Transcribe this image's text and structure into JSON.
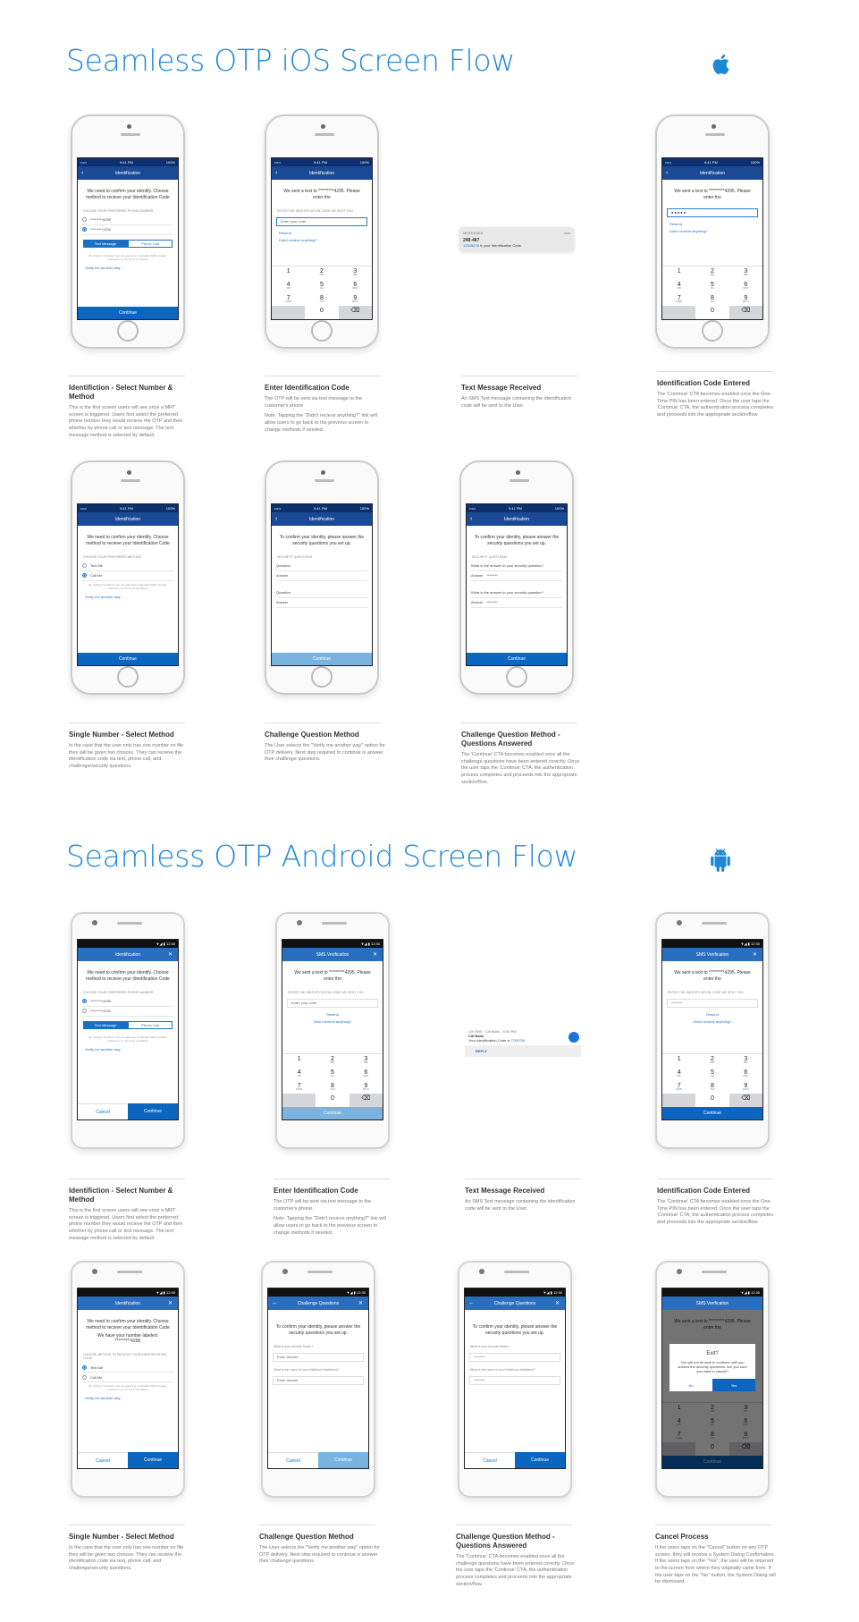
{
  "sections": {
    "ios_title": "Seamless OTP iOS Screen Flow",
    "android_title": "Seamless OTP Android Screen Flow"
  },
  "colors": {
    "accent": "#1e88d8",
    "brand": "#0b66c2",
    "appbar": "#1a4a96"
  },
  "common": {
    "identification": "Identification",
    "sms_verification": "SMS Verification",
    "challenge_questions": "Challenge Questions",
    "continue": "Continue",
    "cancel": "Cancel",
    "resend": "Resend",
    "didnt_receive": "Didn't recieve anything?",
    "verify_another": "Verify me another way",
    "text_message": "Text Message",
    "phone_call": "Phone Call",
    "text_me": "Text Me",
    "call_me": "Call Me",
    "terms": "By clicking \"Continue\" you are agreeing to standard SMS charges outlined in our Terms & Conditions",
    "masked_4295": "*********4295",
    "masked_1234": "*********1234",
    "masked_pin": "********",
    "confirm_identity": "We need to confirm your identify. Choose method to recieve your Identification Code",
    "sent_text": "We sent a text to *********4295. Please enter the",
    "confirm_security": "To confirm your identity, please answer the security questions you set up.",
    "enter_code_label": "Enter the identification code we sent you",
    "enter_code_placeholder": "Enter your code",
    "choose_phone": "Choose your preferred phone number",
    "choose_method": "Choose your preferred method",
    "security_questions": "Security Questions",
    "question": "Question",
    "answer": "Answer",
    "what_answer": "What is the answer to your security question?",
    "keypad": [
      {
        "n": "1",
        "l": ""
      },
      {
        "n": "2",
        "l": "ABC"
      },
      {
        "n": "3",
        "l": "DEF"
      },
      {
        "n": "4",
        "l": "GHI"
      },
      {
        "n": "5",
        "l": "JKL"
      },
      {
        "n": "6",
        "l": "MNO"
      },
      {
        "n": "7",
        "l": "PQRS"
      },
      {
        "n": "8",
        "l": "TUV"
      },
      {
        "n": "9",
        "l": "WXYZ"
      },
      {
        "n": "",
        "l": ""
      },
      {
        "n": "0",
        "l": ""
      },
      {
        "n": "⌫",
        "l": ""
      }
    ]
  },
  "ios_notification": {
    "app": "MESSAGES",
    "time": "now",
    "sender": "248-487",
    "code": "12345678",
    "text": " is your Identification Code."
  },
  "android_notification": {
    "app": "Citi SMS · Citi Bank · 6:00 PM",
    "sender": "Citi Bank",
    "text": "Your Identification Code is ",
    "code": "7763758",
    "reply": "REPLY"
  },
  "android_extra": {
    "you_have_number": "We have your number labeled:",
    "favorite_flower": "What is your favorite flower?",
    "childhood_best": "What is the name of your childhood bestfriend?",
    "enter_answer": "Enter Answer",
    "exit_title": "Exit?",
    "exit_body": "You will not be able to continue until you answer the security questions. Are you sure you want to cancel?",
    "no": "No",
    "yes": "Yes",
    "choose_receive": "Choose method to recieve your Identification Code"
  },
  "ios_cards": [
    {
      "title": "Identifiction - Select Number & Method",
      "body": "This is the first screen users will see once a MRT screen is triggered. Users first select the preferred phone number they would recieve the OTP and then whether by phone call or text message. The text message method is selected by default."
    },
    {
      "title": "Enter Identification Code",
      "body": "The OTP will be sent via text message to the customer's phone.",
      "note": "Note: Tapping the \"Didn't recieve anything?\" link will allow users to go back to the previous screen to change methods if needed."
    },
    {
      "title": "Text Message Received",
      "body": "An SMS Text message containing the identification code will be sent to the User."
    },
    {
      "title": "Identification Code Entered",
      "body": "The 'Continue' CTA becomes enabled once the One-Time PIN has been entered. Once the user taps the 'Continue' CTA, the authentication process completes and proceeds into the appropriate section/flow."
    },
    {
      "title": "Single Number - Select Method",
      "body": "In the case that the user only has one number on file they will be given two choices. They can recieve the identification code via text, phone call, and challenge/security questions."
    },
    {
      "title": "Challenge Question Method",
      "body": "The User selects the \"Verify me another way\" option for OTP delivery. Next step required to continue is answer their challenge questions."
    },
    {
      "title": "Challenge Question Method - Questions Answered",
      "body": "The 'Continue' CTA becomes enabled once all the challenge questions have been entered corectly. Once the user taps the 'Continue' CTA, the authentication process completes and proceeds into the appropriate section/flow."
    }
  ],
  "android_cards": [
    {
      "title": "Identifiction - Select Number & Method",
      "body": "This is the first screen users will see once a MRT screen is triggered. Users first select the preferred phone number they would recieve the OTP and then whether by phone call or text message. The text message method is selected by default."
    },
    {
      "title": "Enter Identification Code",
      "body": "The OTP will be sent via text message to the customer's phone.",
      "note": "Note: Tapping the \"Didn't recieve anything?\" link will allow users to go back to the previous screen to change methods if needed."
    },
    {
      "title": "Text Message Received",
      "body": "An SMS Text message containing the identification code will be sent to the User."
    },
    {
      "title": "Identification Code Entered",
      "body": "The 'Continue' CTA becomes enabled once the One-Time PIN has been entered. Once the user taps the 'Continue' CTA, the authentication process completes and proceeds into the appropriate section/flow."
    },
    {
      "title": "Single Number - Select Method",
      "body": "In the case that the user only has one number on file they will be given two choices. They can recieve the identification code via text, phone call, and challenge/security questions."
    },
    {
      "title": "Challenge Question Method",
      "body": "The User selects the \"Verify me another way\" option for OTP delivery. Next step required to continue is answer their challenge questions."
    },
    {
      "title": "Challenge Question Method - Questions Answered",
      "body": "The 'Continue' CTA becomes enabled once all the challenge questions have been entered corectly. Once the user taps the 'Continue' CTA, the authentication process completes and proceeds into the appropriate section/flow."
    },
    {
      "title": "Cancel Process",
      "body": "If the users taps on the \"Cancel\" button on any OTP screen, they will receive a System Dialog Confirmation. If the users taps on the \"Yes\", the user will be returned to the screen from where they originally came from. If the user taps on the \"No\" button, the System Dialog will be dismissed."
    }
  ]
}
